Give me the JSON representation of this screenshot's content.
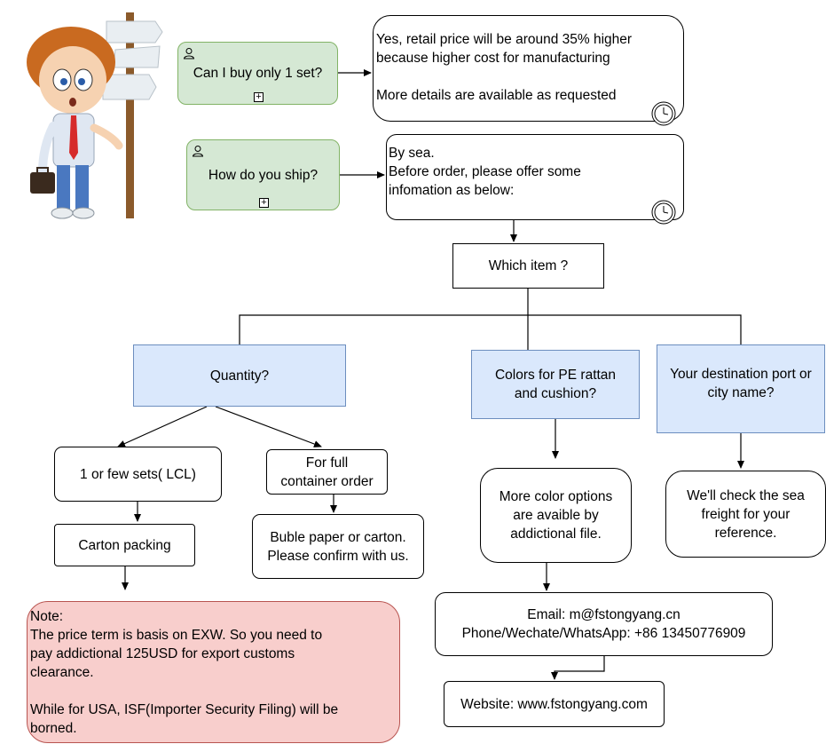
{
  "nodes": {
    "q_buy_one": "Can I buy only 1 set?",
    "a_buy_one": "Yes,  retail price will be around 35% higher\nbecause higher cost for manufacturing\n\nMore details are available as requested",
    "q_ship": "How do you ship?",
    "a_ship": "By sea.\nBefore order, please offer some\ninfomation as below:",
    "which_item": "Which item ?",
    "quantity": "Quantity?",
    "colors": "Colors for PE rattan\nand cushion?",
    "destination": "Your destination port or\ncity name?",
    "lcl": "1 or few sets( LCL)",
    "full_container": "For full\ncontainer order",
    "carton_packing": "Carton packing",
    "buble_paper": "Buble paper or carton.\nPlease confirm with us.",
    "more_colors": "More color options\nare avaible by\naddictional file.",
    "sea_freight": "We'll check the sea\nfreight for your\nreference.",
    "contact": "Email: m@fstongyang.cn\nPhone/Wechate/WhatsApp: +86 13450776909",
    "website": "Website: www.fstongyang.com",
    "note": "Note:\nThe price term is basis on EXW. So you need to\npay addictional 125USD for export customs\nclearance.\n\n While for USA, ISF(Importer Security Filing) will be\nborned."
  },
  "icons": {
    "illustration": "confused-businessman-with-signpost",
    "task_user": "user-icon",
    "task_expand": "plus-icon",
    "timer": "clock-icon"
  },
  "colors": {
    "green_fill": "#d5e8d4",
    "green_stroke": "#82b366",
    "blue_fill": "#dae8fc",
    "blue_stroke": "#6c8ebf",
    "red_fill": "#f8cecc",
    "red_stroke": "#b85450"
  }
}
